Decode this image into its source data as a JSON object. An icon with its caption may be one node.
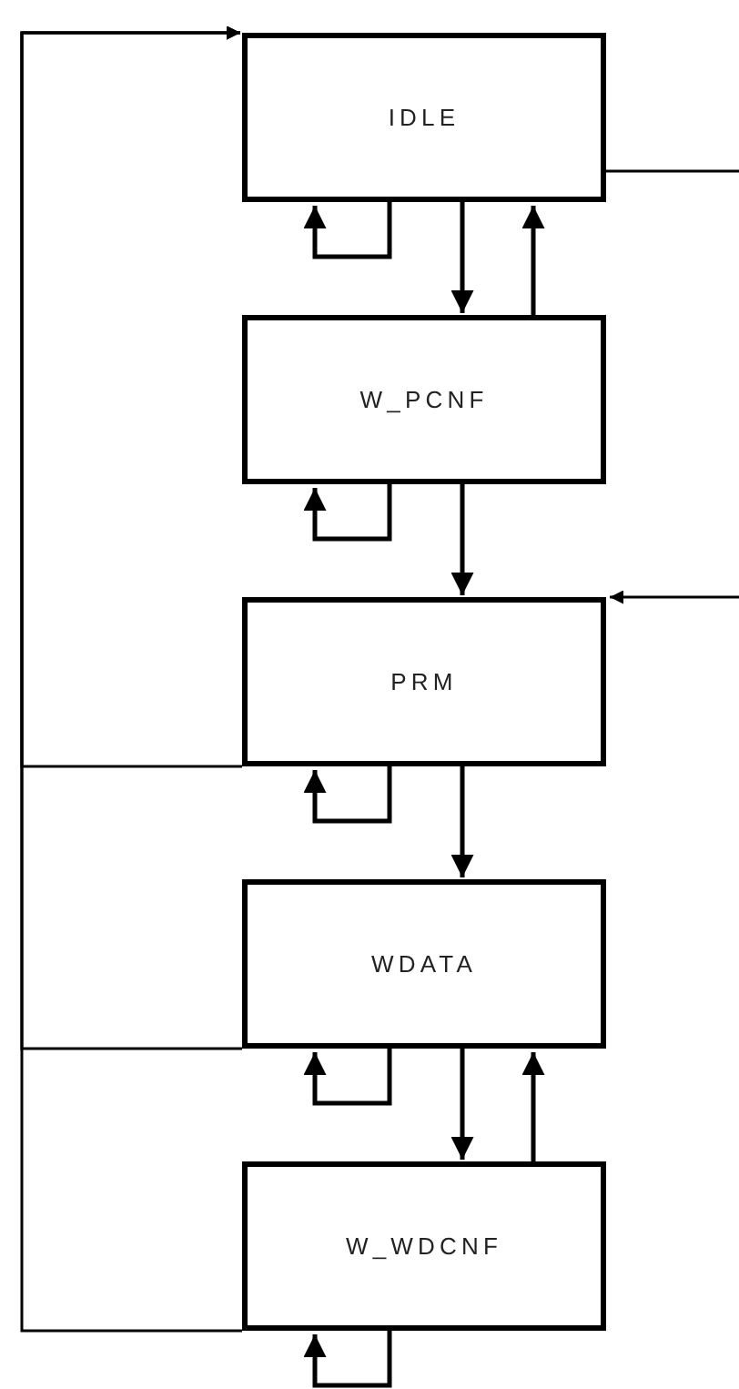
{
  "diagram": {
    "nodes": [
      {
        "text": [
          "IDLE"
        ]
      },
      {
        "text": [
          "W_PCNF"
        ]
      },
      {
        "text": [
          "PRM"
        ]
      },
      {
        "text": [
          "WDATA"
        ]
      },
      {
        "text": [
          "W_WDCNF"
        ]
      }
    ],
    "edges": [
      {
        "from": 0,
        "to": 0,
        "arrow": "to"
      },
      {
        "from": 0,
        "to": 1,
        "arrow": "to"
      },
      {
        "from": 1,
        "to": 0,
        "arrow": "to"
      },
      {
        "from": 0,
        "to": null,
        "arrow": "none"
      },
      {
        "from": 1,
        "to": 1,
        "arrow": "to"
      },
      {
        "from": 1,
        "to": 2,
        "arrow": "to"
      },
      {
        "from": null,
        "to": 2,
        "arrow": "to"
      },
      {
        "from": 2,
        "to": 2,
        "arrow": "to"
      },
      {
        "from": 2,
        "to": 3,
        "arrow": "to"
      },
      {
        "from": 2,
        "to": 0,
        "arrow": "to"
      },
      {
        "from": 3,
        "to": 3,
        "arrow": "to"
      },
      {
        "from": 3,
        "to": 4,
        "arrow": "to"
      },
      {
        "from": 4,
        "to": 3,
        "arrow": "to"
      },
      {
        "from": 3,
        "to": 0,
        "arrow": "to"
      },
      {
        "from": 4,
        "to": 4,
        "arrow": "to"
      },
      {
        "from": 4,
        "to": 0,
        "arrow": "to"
      }
    ]
  }
}
